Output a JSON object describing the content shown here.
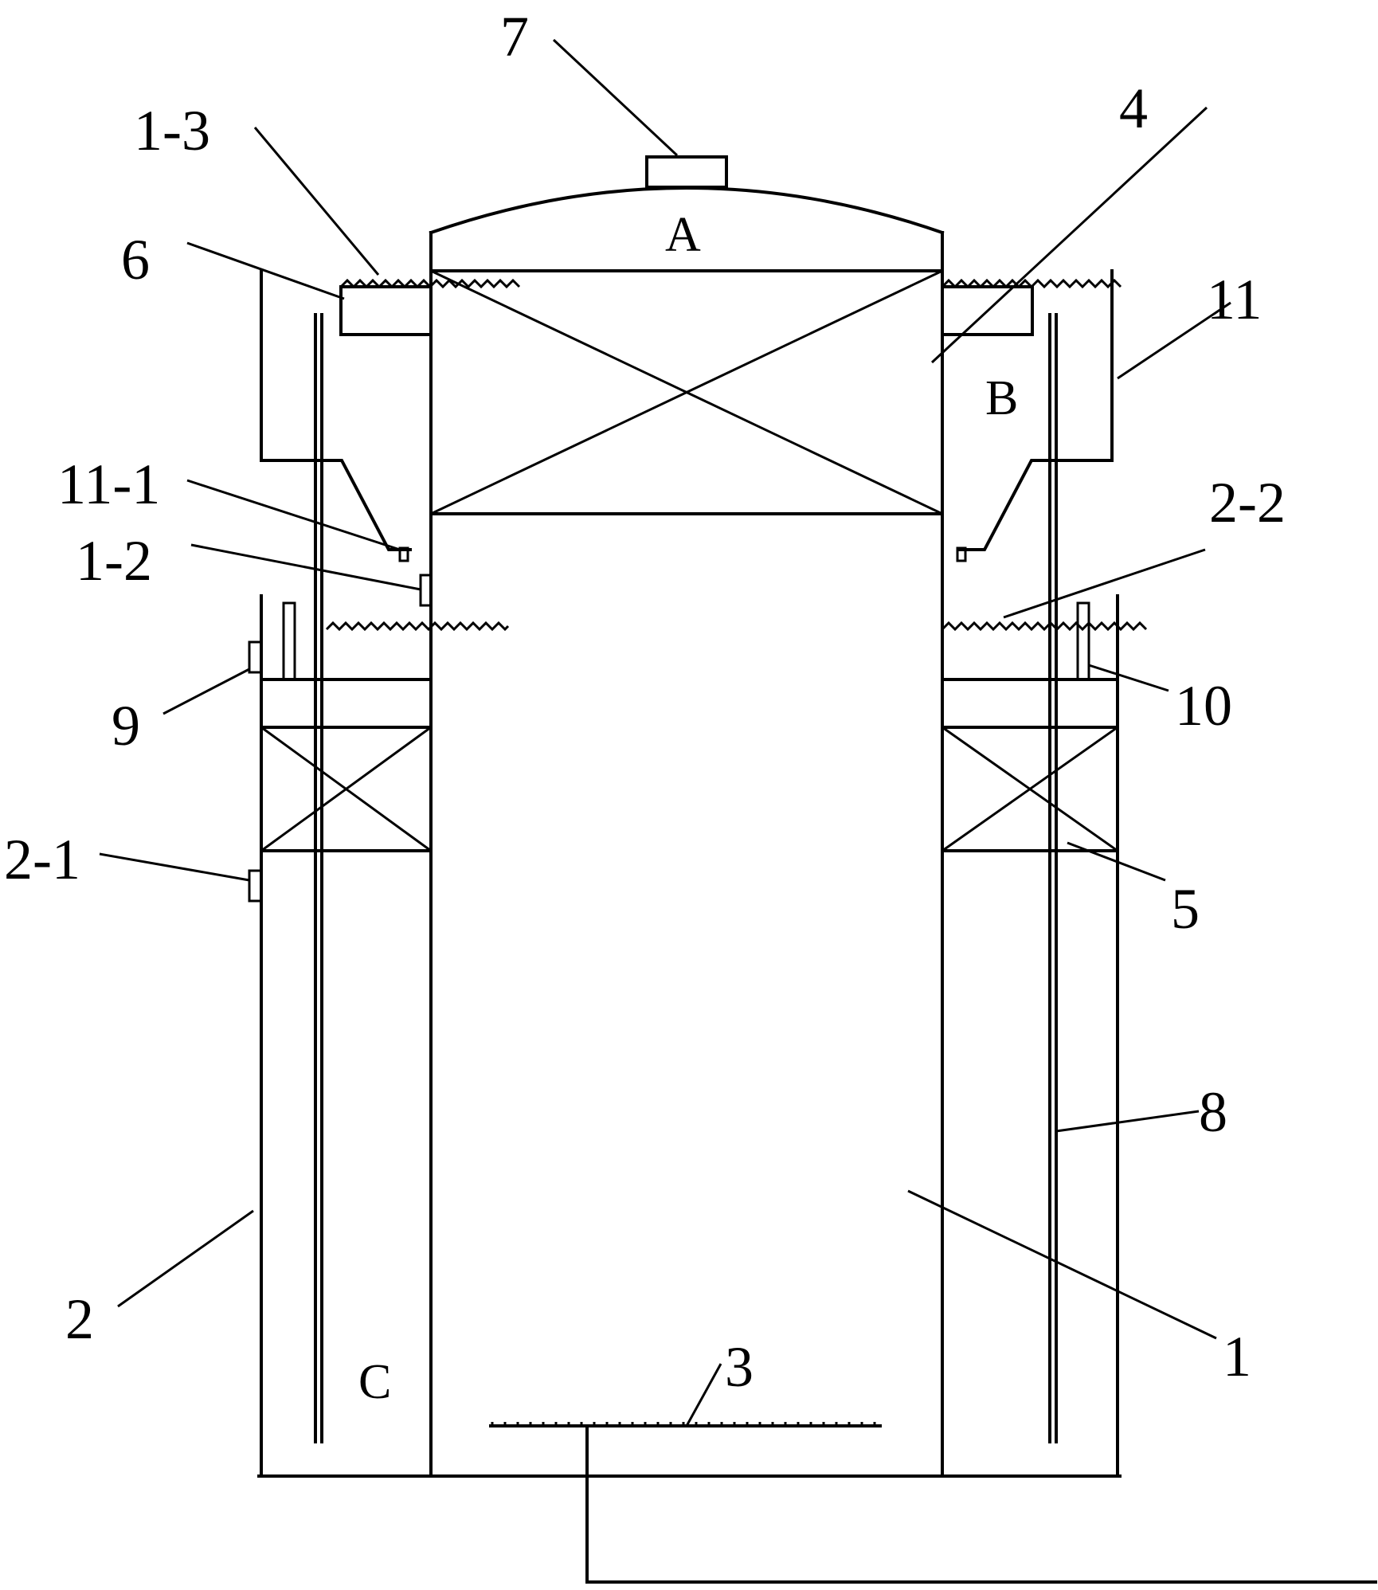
{
  "diagram": {
    "labels": {
      "l7": "7",
      "l4": "4",
      "l1_3": "1-3",
      "l6": "6",
      "l11": "11",
      "l11_1": "11-1",
      "l1_2": "1-2",
      "l2_2": "2-2",
      "l9": "9",
      "l10": "10",
      "l2_1": "2-1",
      "l5": "5",
      "l8": "8",
      "l2": "2",
      "l1": "1",
      "l3": "3"
    },
    "zones": {
      "a": "A",
      "b": "B",
      "c": "C"
    }
  }
}
